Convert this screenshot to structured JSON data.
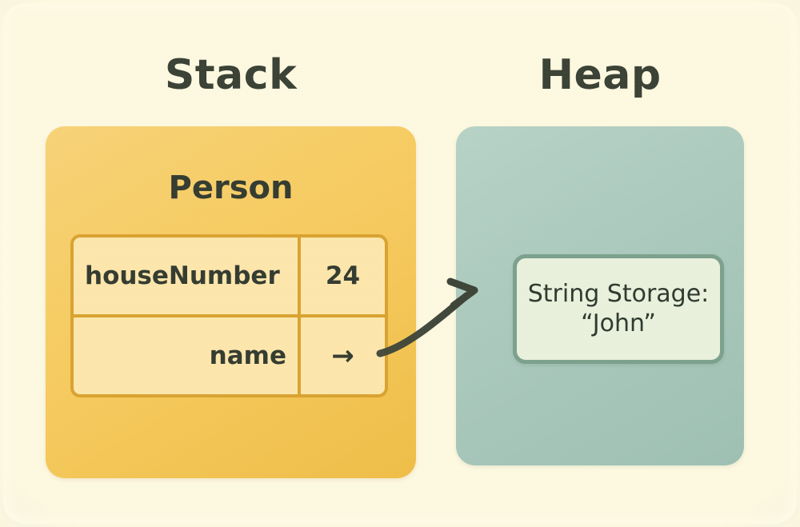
{
  "diagram": {
    "title_stack": "Stack",
    "title_heap": "Heap",
    "stack": {
      "object_label": "Person",
      "table": {
        "rows": [
          {
            "key": "houseNumber",
            "value": "24",
            "key_align": "left",
            "value_kind": "text"
          },
          {
            "key": "name",
            "value": "→",
            "key_align": "right",
            "value_kind": "arrow"
          }
        ]
      }
    },
    "heap": {
      "string_storage": {
        "line1": "String Storage:",
        "line2": "“John”"
      }
    },
    "pointer": {
      "from": "name-value-cell",
      "to": "string-storage-box",
      "icon": "curved-arrow-icon"
    },
    "colors": {
      "canvas_bg": "#fbf6de",
      "stack_box": "#f6cb60",
      "heap_box": "#abc9bd",
      "table_fill": "#fce6ac",
      "table_border": "#d9a331",
      "string_box_fill": "#e9f0dc",
      "string_box_border": "#7ca18d",
      "text_dark": "#353c31",
      "arrow": "#3e4539"
    }
  }
}
